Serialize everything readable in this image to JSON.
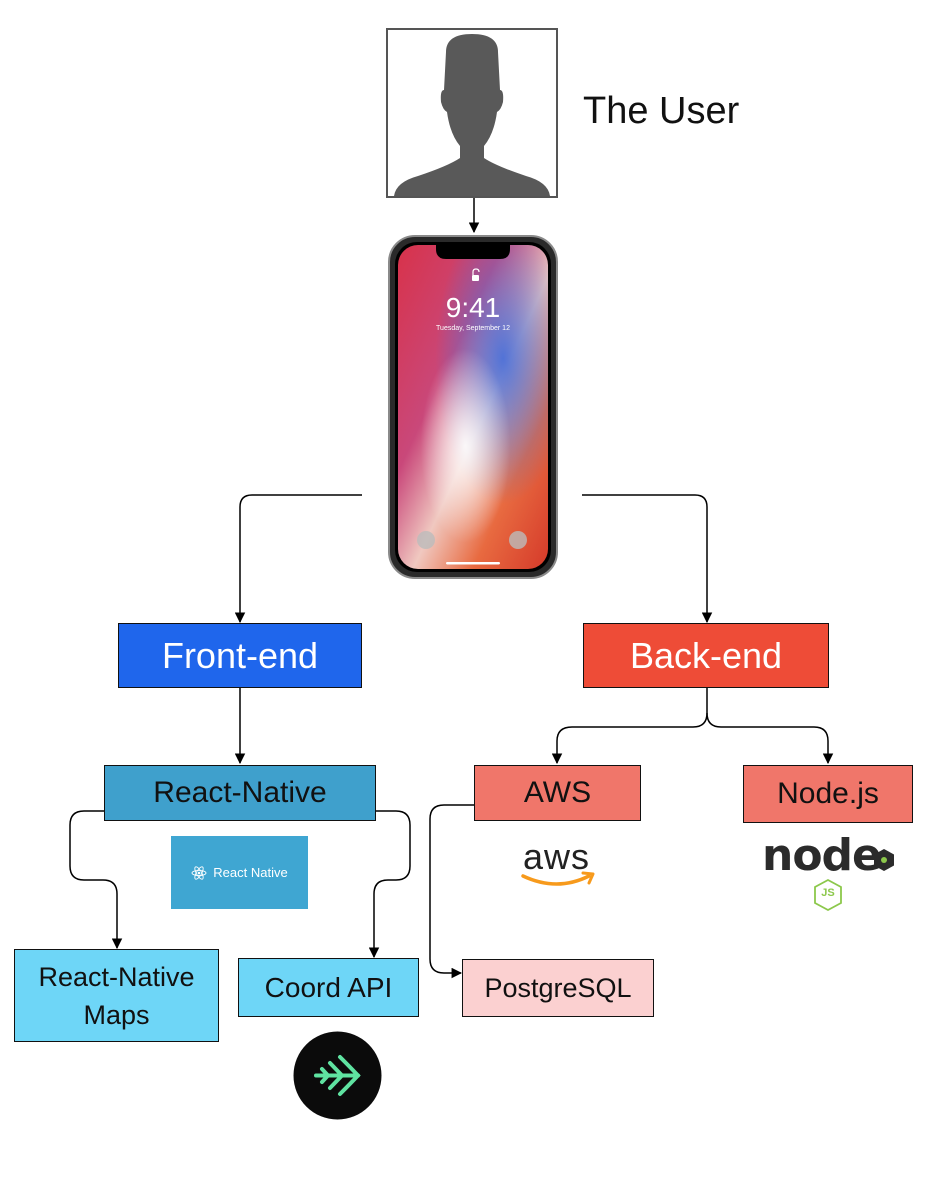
{
  "user": {
    "label": "The User"
  },
  "phone": {
    "time": "9:41",
    "date": "Tuesday, September 12"
  },
  "nodes": {
    "frontend": {
      "label": "Front-end",
      "color": "#1f66ec"
    },
    "backend": {
      "label": "Back-end",
      "color": "#ee4c37"
    },
    "react_native": {
      "label": "React-Native",
      "color": "#3fa0cc"
    },
    "aws": {
      "label": "AWS",
      "color": "#f0766a"
    },
    "nodejs": {
      "label": "Node.js",
      "color": "#f0766a"
    },
    "rn_maps": {
      "label_line1": "React-Native",
      "label_line2": "Maps",
      "color": "#6ed6f7"
    },
    "coord_api": {
      "label": "Coord API",
      "color": "#6ed6f7"
    },
    "postgresql": {
      "label": "PostgreSQL",
      "color": "#fbd0d0"
    }
  },
  "logos": {
    "react_native": {
      "text": "React Native",
      "icon": "react-atom-icon"
    },
    "aws": {
      "text": "aws",
      "icon": "amazon-smile-icon"
    },
    "nodejs": {
      "text": "node",
      "sub": "JS",
      "icon": "nodejs-hexagon-icon"
    },
    "coord": {
      "icon": "coord-arrow-icon"
    }
  }
}
